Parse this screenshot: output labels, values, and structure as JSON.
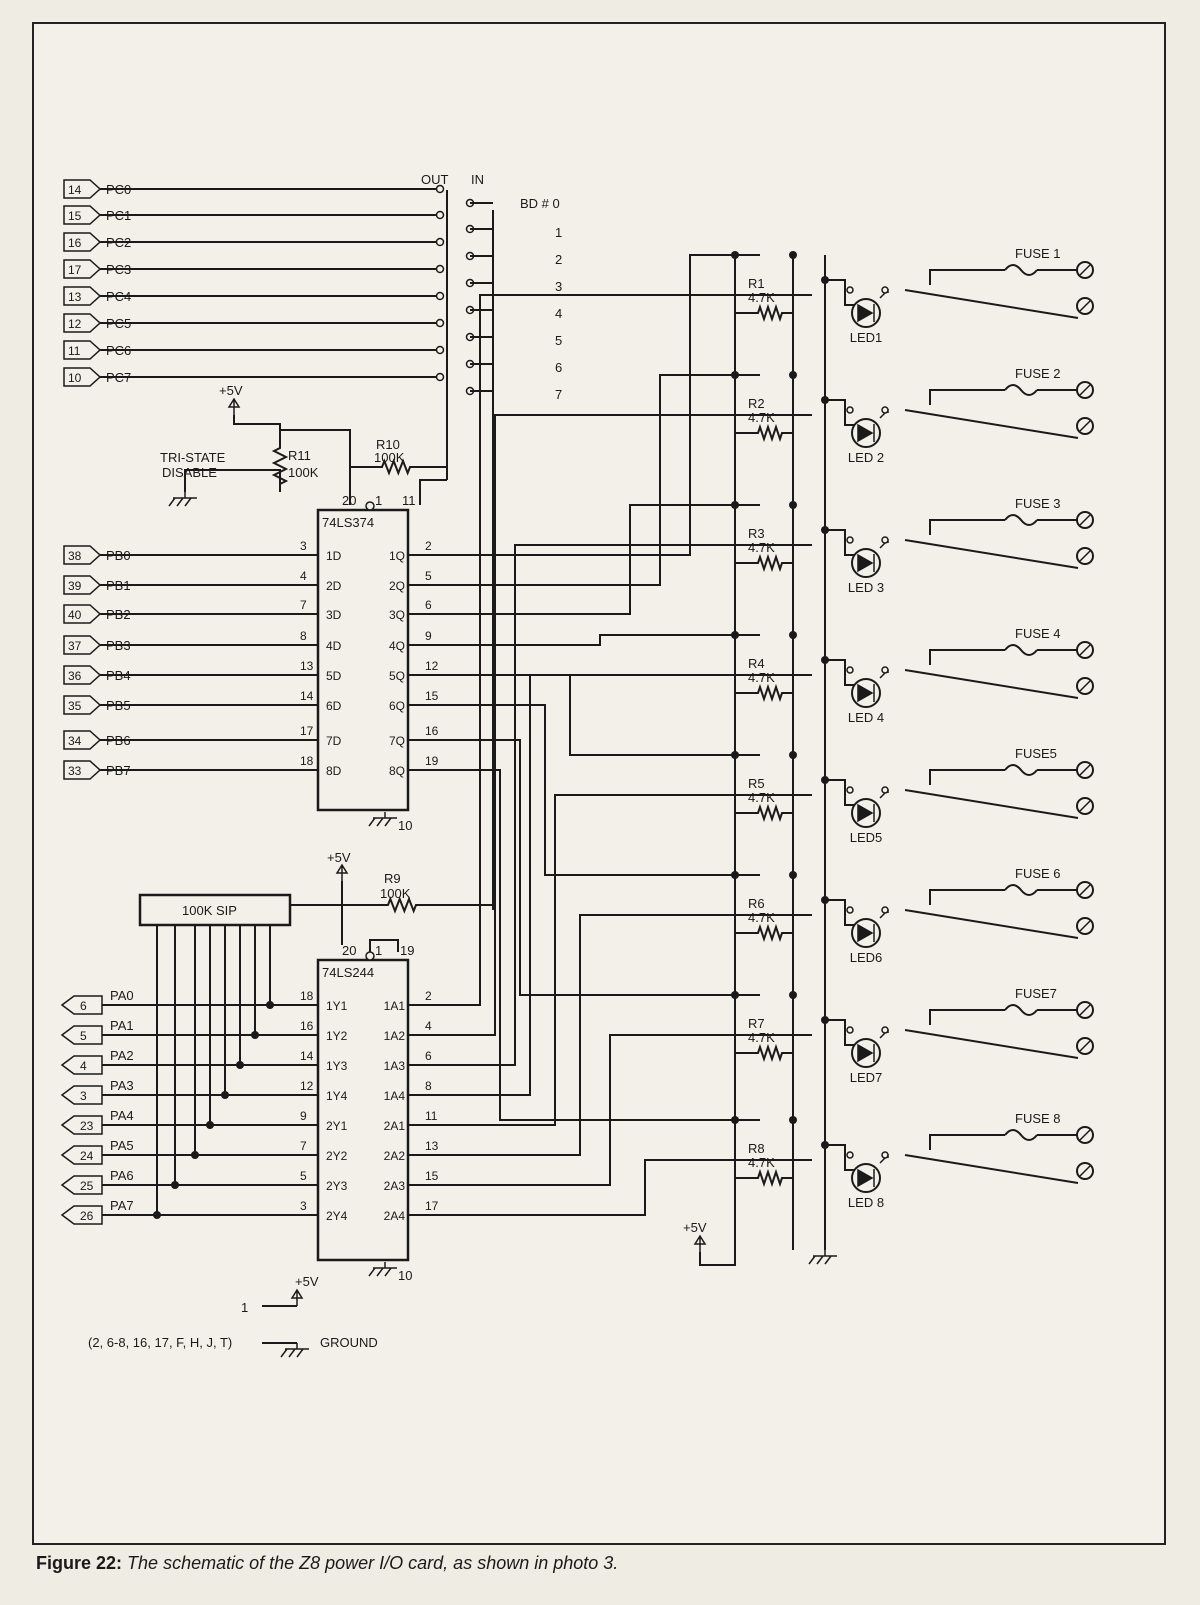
{
  "caption": {
    "figure": "Figure 22:",
    "text": "The schematic of the Z8 power I/O card, as shown in photo 3."
  },
  "port_c": [
    {
      "pin": "14",
      "name": "PC0"
    },
    {
      "pin": "15",
      "name": "PC1"
    },
    {
      "pin": "16",
      "name": "PC2"
    },
    {
      "pin": "17",
      "name": "PC3"
    },
    {
      "pin": "13",
      "name": "PC4"
    },
    {
      "pin": "12",
      "name": "PC5"
    },
    {
      "pin": "11",
      "name": "PC6"
    },
    {
      "pin": "10",
      "name": "PC7"
    }
  ],
  "port_b": [
    {
      "pin": "38",
      "name": "PB0",
      "d": "1D",
      "dpin": "3"
    },
    {
      "pin": "39",
      "name": "PB1",
      "d": "2D",
      "dpin": "4"
    },
    {
      "pin": "40",
      "name": "PB2",
      "d": "3D",
      "dpin": "7"
    },
    {
      "pin": "37",
      "name": "PB3",
      "d": "4D",
      "dpin": "8"
    },
    {
      "pin": "36",
      "name": "PB4",
      "d": "5D",
      "dpin": "13"
    },
    {
      "pin": "35",
      "name": "PB5",
      "d": "6D",
      "dpin": "14"
    },
    {
      "pin": "34",
      "name": "PB6",
      "d": "7D",
      "dpin": "17"
    },
    {
      "pin": "33",
      "name": "PB7",
      "d": "8D",
      "dpin": "18"
    }
  ],
  "q_outputs": [
    {
      "q": "1Q",
      "pin": "2"
    },
    {
      "q": "2Q",
      "pin": "5"
    },
    {
      "q": "3Q",
      "pin": "6"
    },
    {
      "q": "4Q",
      "pin": "9"
    },
    {
      "q": "5Q",
      "pin": "12"
    },
    {
      "q": "6Q",
      "pin": "15"
    },
    {
      "q": "7Q",
      "pin": "16"
    },
    {
      "q": "8Q",
      "pin": "19"
    }
  ],
  "port_a": [
    {
      "pin": "6",
      "name": "PA0",
      "y": "1Y1",
      "ypin": "18",
      "a": "1A1",
      "apin": "2"
    },
    {
      "pin": "5",
      "name": "PA1",
      "y": "1Y2",
      "ypin": "16",
      "a": "1A2",
      "apin": "4"
    },
    {
      "pin": "4",
      "name": "PA2",
      "y": "1Y3",
      "ypin": "14",
      "a": "1A3",
      "apin": "6"
    },
    {
      "pin": "3",
      "name": "PA3",
      "y": "1Y4",
      "ypin": "12",
      "a": "1A4",
      "apin": "8"
    },
    {
      "pin": "23",
      "name": "PA4",
      "y": "2Y1",
      "ypin": "9",
      "a": "2A1",
      "apin": "11"
    },
    {
      "pin": "24",
      "name": "PA5",
      "y": "2Y2",
      "ypin": "7",
      "a": "2A2",
      "apin": "13"
    },
    {
      "pin": "25",
      "name": "PA6",
      "y": "2Y3",
      "ypin": "5",
      "a": "2A3",
      "apin": "15"
    },
    {
      "pin": "26",
      "name": "PA7",
      "y": "2Y4",
      "ypin": "3",
      "a": "2A4",
      "apin": "17"
    }
  ],
  "chips": {
    "latch": {
      "name": "74LS374",
      "pin20": "20",
      "pin1": "1",
      "pin11": "11",
      "pin10": "10"
    },
    "buffer": {
      "name": "74LS244",
      "pin20": "20",
      "pin1": "1",
      "pin19": "19",
      "pin10": "10"
    }
  },
  "dip": {
    "out": "OUT",
    "in": "IN",
    "board": "BD # 0",
    "positions": [
      "1",
      "2",
      "3",
      "4",
      "5",
      "6",
      "7"
    ]
  },
  "resistors": {
    "r10": {
      "name": "R10",
      "value": "100K"
    },
    "r11": {
      "name": "R11",
      "value": "100K"
    },
    "r9": {
      "name": "R9",
      "value": "100K"
    },
    "sip": "100K SIP"
  },
  "labels": {
    "vcc": "+5V",
    "tristate1": "TRI-STATE",
    "tristate2": "DISABLE",
    "power_pin": "1",
    "ground_pins": "(2, 6-8, 16, 17, F, H, J, T)",
    "ground": "GROUND"
  },
  "outputs": [
    {
      "r": "R1",
      "v": "4.7K",
      "led": "LED1",
      "fuse": "FUSE 1"
    },
    {
      "r": "R2",
      "v": "4.7K",
      "led": "LED 2",
      "fuse": "FUSE 2"
    },
    {
      "r": "R3",
      "v": "4.7K",
      "led": "LED 3",
      "fuse": "FUSE 3"
    },
    {
      "r": "R4",
      "v": "4.7K",
      "led": "LED 4",
      "fuse": "FUSE 4"
    },
    {
      "r": "R5",
      "v": "4.7K",
      "led": "LED5",
      "fuse": "FUSE5"
    },
    {
      "r": "R6",
      "v": "4.7K",
      "led": "LED6",
      "fuse": "FUSE 6"
    },
    {
      "r": "R7",
      "v": "4.7K",
      "led": "LED7",
      "fuse": "FUSE7"
    },
    {
      "r": "R8",
      "v": "4.7K",
      "led": "LED 8",
      "fuse": "FUSE 8"
    }
  ]
}
